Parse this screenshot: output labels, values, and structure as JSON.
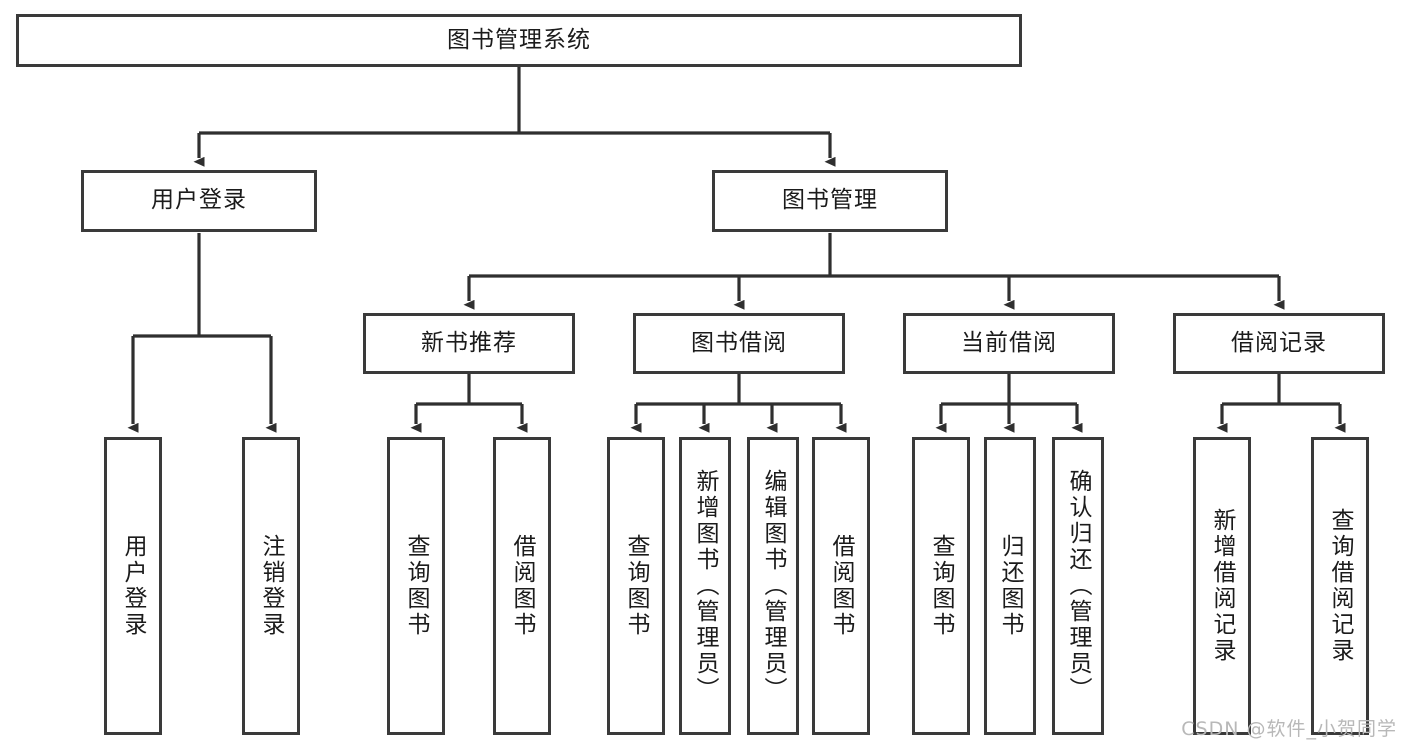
{
  "diagram": {
    "title": "图书管理系统",
    "type": "tree-hierarchy-chart",
    "watermark": "CSDN @软件_小贺同学",
    "colors": {
      "box_border": "#3a3a3a",
      "box_fill": "#ffffff",
      "connector": "#2f2f2f",
      "text": "#1b1b1b",
      "watermark": "#b8b8b8"
    },
    "levels": {
      "root": "图书管理系统",
      "level2": [
        "用户登录",
        "图书管理"
      ],
      "level3": [
        "新书推荐",
        "图书借阅",
        "当前借阅",
        "借阅记录"
      ]
    },
    "nodes": {
      "root": {
        "label": "图书管理系统"
      },
      "user_login": {
        "label": "用户登录"
      },
      "book_manage": {
        "label": "图书管理"
      },
      "new_book_rec": {
        "label": "新书推荐"
      },
      "book_borrow": {
        "label": "图书借阅"
      },
      "current_borrow": {
        "label": "当前借阅"
      },
      "borrow_record": {
        "label": "借阅记录"
      },
      "leaf_user_login": {
        "label": "用户登录"
      },
      "leaf_logout": {
        "label": "注销登录"
      },
      "leaf_query_book_1": {
        "label": "查询图书"
      },
      "leaf_borrow_book_1": {
        "label": "借阅图书"
      },
      "leaf_query_book_2": {
        "label": "查询图书"
      },
      "leaf_add_book_admin": {
        "label": "新增图书（管理员）"
      },
      "leaf_edit_book_admin": {
        "label": "编辑图书（管理员）"
      },
      "leaf_borrow_book_2": {
        "label": "借阅图书"
      },
      "leaf_query_book_3": {
        "label": "查询图书"
      },
      "leaf_return_book": {
        "label": "归还图书"
      },
      "leaf_confirm_return_admin": {
        "label": "确认归还（管理员）"
      },
      "leaf_add_borrow_record": {
        "label": "新增借阅记录"
      },
      "leaf_query_borrow_record": {
        "label": "查询借阅记录"
      }
    },
    "edges": [
      {
        "from": "图书管理系统",
        "to": "用户登录"
      },
      {
        "from": "图书管理系统",
        "to": "图书管理"
      },
      {
        "from": "用户登录",
        "to": "用户登录"
      },
      {
        "from": "用户登录",
        "to": "注销登录"
      },
      {
        "from": "图书管理",
        "to": "新书推荐"
      },
      {
        "from": "图书管理",
        "to": "图书借阅"
      },
      {
        "from": "图书管理",
        "to": "当前借阅"
      },
      {
        "from": "图书管理",
        "to": "借阅记录"
      },
      {
        "from": "新书推荐",
        "to": "查询图书"
      },
      {
        "from": "新书推荐",
        "to": "借阅图书"
      },
      {
        "from": "图书借阅",
        "to": "查询图书"
      },
      {
        "from": "图书借阅",
        "to": "新增图书（管理员）"
      },
      {
        "from": "图书借阅",
        "to": "编辑图书（管理员）"
      },
      {
        "from": "图书借阅",
        "to": "借阅图书"
      },
      {
        "from": "当前借阅",
        "to": "查询图书"
      },
      {
        "from": "当前借阅",
        "to": "归还图书"
      },
      {
        "from": "当前借阅",
        "to": "确认归还（管理员）"
      },
      {
        "from": "借阅记录",
        "to": "新增借阅记录"
      },
      {
        "from": "借阅记录",
        "to": "查询借阅记录"
      }
    ]
  }
}
